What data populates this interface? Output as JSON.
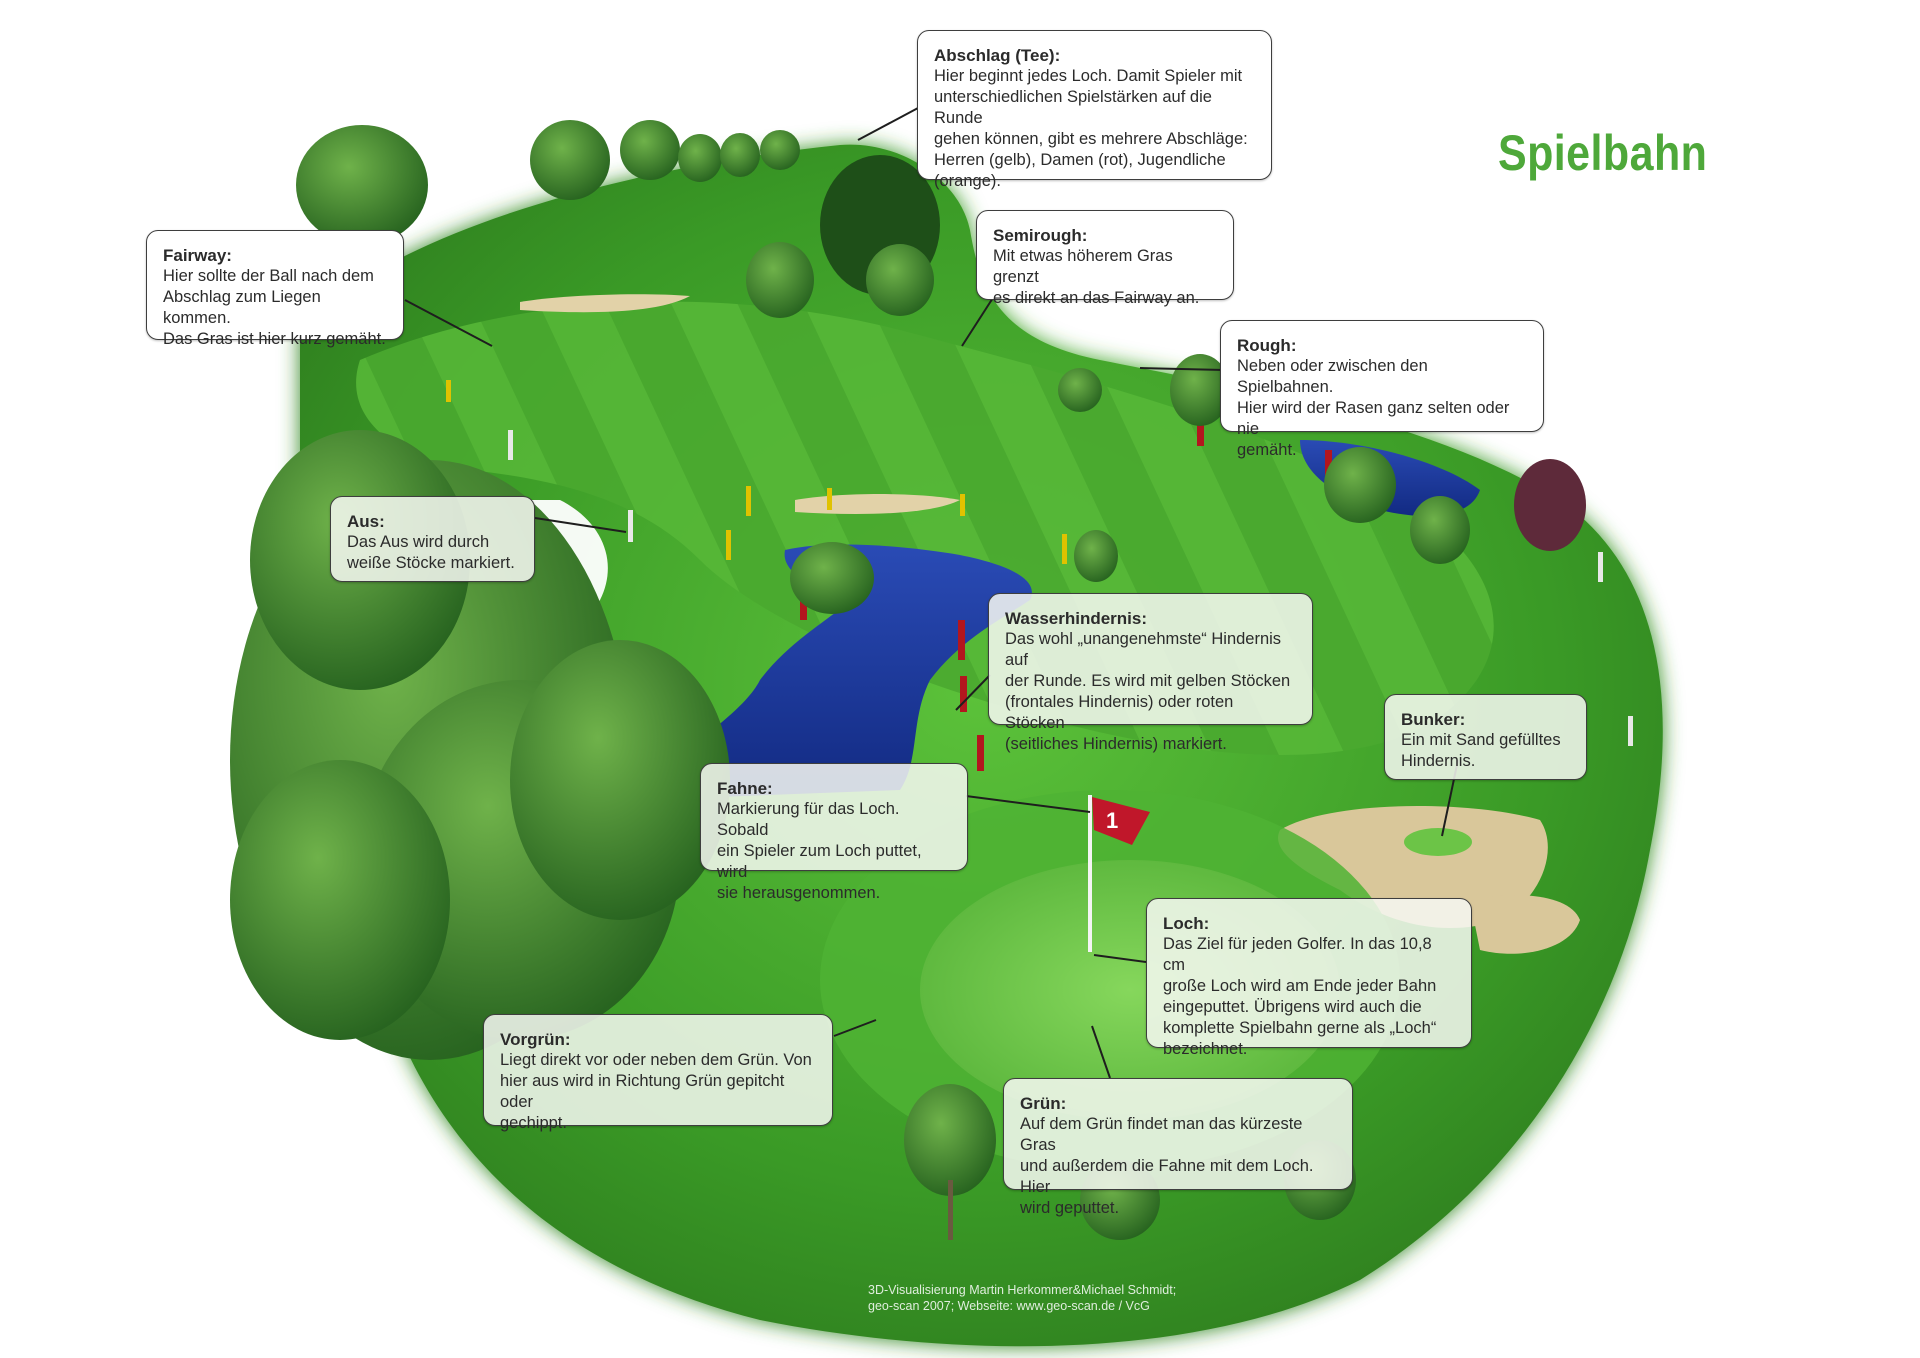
{
  "title": "Spielbahn",
  "callouts": {
    "abschlag": {
      "heading": "Abschlag (Tee):",
      "text": "Hier beginnt jedes Loch. Damit Spieler mit\nunterschiedlichen Spielstärken auf die Runde\ngehen können, gibt es mehrere Abschläge:\nHerren (gelb), Damen (rot), Jugendliche\n(orange)."
    },
    "fairway": {
      "heading": "Fairway:",
      "text": "Hier sollte der Ball nach dem\nAbschlag zum Liegen kommen.\nDas Gras ist hier kurz gemäht."
    },
    "semirough": {
      "heading": "Semirough:",
      "text": "Mit etwas höherem Gras grenzt\nes direkt an das Fairway an."
    },
    "rough": {
      "heading": "Rough:",
      "text": "Neben oder zwischen den Spielbahnen.\nHier wird der Rasen ganz selten oder nie\ngemäht."
    },
    "aus": {
      "heading": "Aus:",
      "text": "Das Aus wird durch\nweiße Stöcke markiert."
    },
    "wasserhindernis": {
      "heading": "Wasserhindernis:",
      "text": "Das wohl „unangenehmste“ Hindernis auf\nder Runde. Es wird mit gelben Stöcken\n(frontales Hindernis) oder roten Stöcken\n(seitliches Hindernis) markiert."
    },
    "bunker": {
      "heading": "Bunker:",
      "text": "Ein mit Sand gefülltes\nHindernis."
    },
    "fahne": {
      "heading": "Fahne:",
      "text": "Markierung für das Loch. Sobald\nein Spieler zum Loch puttet, wird\nsie herausgenommen."
    },
    "loch": {
      "heading": "Loch:",
      "text": "Das Ziel für jeden Golfer. In das 10,8 cm\ngroße Loch wird am Ende jeder Bahn\neingeputtet. Übrigens wird auch die\nkomplette Spielbahn gerne als „Loch“\nbezeichnet."
    },
    "vorgruen": {
      "heading": "Vorgrün:",
      "text": "Liegt direkt vor oder neben dem Grün. Von\nhier aus wird in Richtung Grün gepitcht oder\ngechippt."
    },
    "gruen": {
      "heading": "Grün:",
      "text": "Auf dem Grün findet man das kürzeste Gras\nund außerdem die Fahne mit dem Loch. Hier\nwird geputtet."
    }
  },
  "flag": {
    "number": "1",
    "color": "#c0172a"
  },
  "credit": "3D-Visualisierung Martin Herkommer&Michael Schmidt;\ngeo-scan 2007; Webseite: www.geo-scan.de / VcG",
  "colors": {
    "title_green": "#4ea83a",
    "grass": "#3fa32a",
    "grass_light": "#6cc447",
    "water": "#1d3a9e",
    "sand": "#d9c79a",
    "stake_red": "#b3161e",
    "stake_yellow": "#e0c200"
  }
}
